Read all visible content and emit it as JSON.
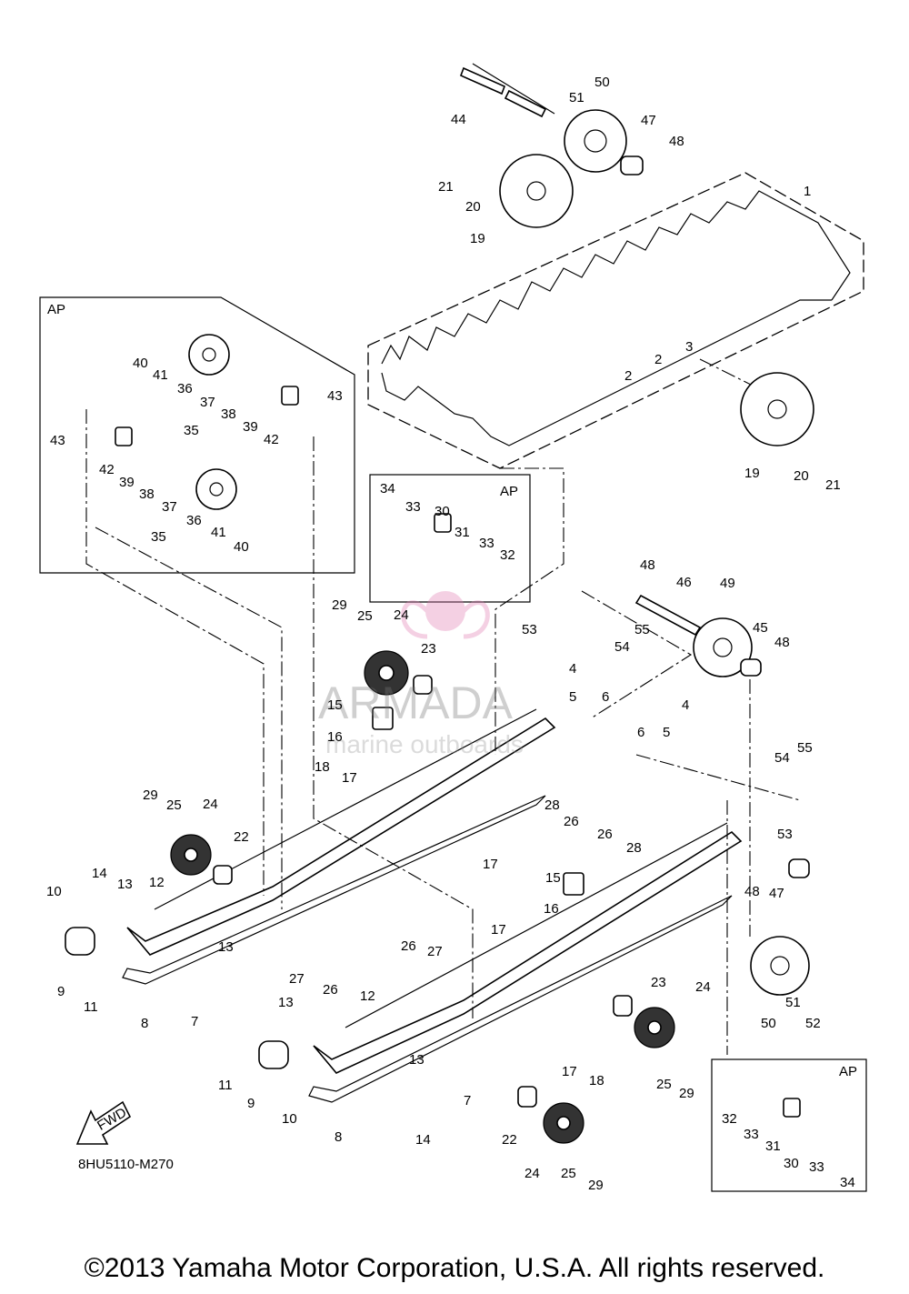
{
  "diagram": {
    "drawing_code": "8HU5110-M270",
    "copyright": "©2013 Yamaha Motor Corporation, U.S.A. All rights reserved.",
    "watermark": {
      "brand": "ARMADA",
      "tagline": "marine outboards"
    },
    "fwd_label": "FWD",
    "ap_labels": [
      "AP",
      "AP",
      "AP"
    ],
    "callouts": [
      "1",
      "2",
      "2",
      "3",
      "4",
      "4",
      "5",
      "5",
      "6",
      "6",
      "7",
      "7",
      "8",
      "8",
      "9",
      "9",
      "10",
      "10",
      "11",
      "11",
      "12",
      "12",
      "13",
      "13",
      "13",
      "13",
      "14",
      "14",
      "15",
      "15",
      "16",
      "16",
      "17",
      "17",
      "17",
      "17",
      "18",
      "18",
      "19",
      "19",
      "20",
      "20",
      "21",
      "21",
      "22",
      "22",
      "23",
      "23",
      "24",
      "24",
      "24",
      "24",
      "25",
      "25",
      "25",
      "25",
      "26",
      "26",
      "26",
      "26",
      "27",
      "27",
      "28",
      "28",
      "29",
      "29",
      "29",
      "29",
      "30",
      "30",
      "31",
      "31",
      "32",
      "32",
      "33",
      "33",
      "33",
      "33",
      "34",
      "34",
      "35",
      "35",
      "36",
      "36",
      "37",
      "37",
      "38",
      "38",
      "39",
      "39",
      "40",
      "40",
      "41",
      "41",
      "42",
      "42",
      "43",
      "43",
      "44",
      "45",
      "46",
      "47",
      "47",
      "48",
      "48",
      "48",
      "48",
      "49",
      "50",
      "50",
      "51",
      "51",
      "52",
      "53",
      "53",
      "54",
      "54",
      "55",
      "55"
    ]
  }
}
